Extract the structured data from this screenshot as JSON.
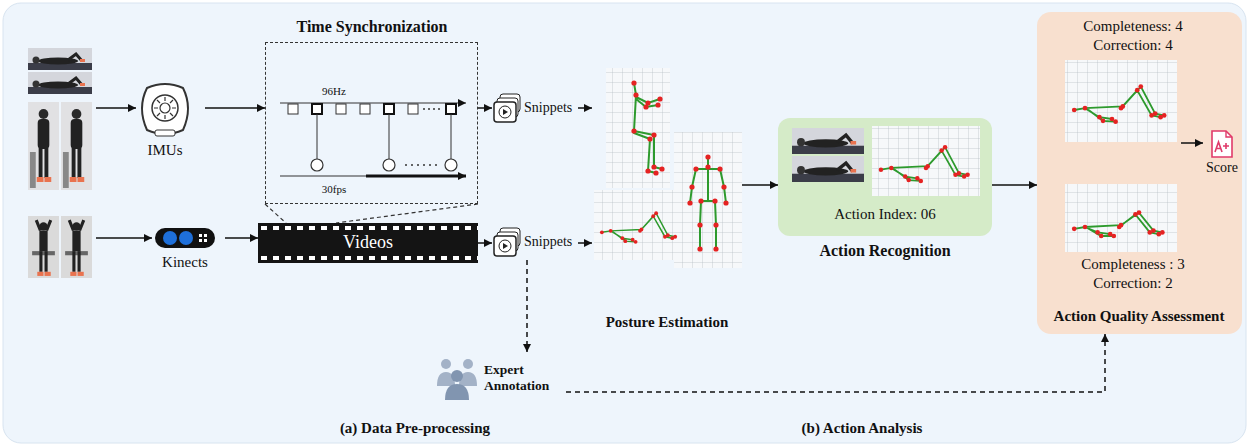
{
  "diagram": {
    "nodes": [
      {
        "text": [
          "IMUs"
        ]
      },
      {
        "text": [
          "Kinects"
        ]
      },
      {
        "text": [
          "Time Synchronization",
          "96Hz",
          "30fps"
        ]
      },
      {
        "text": [
          "Videos"
        ]
      },
      {
        "text": [
          "Snippets"
        ]
      },
      {
        "text": [
          "Snippets"
        ]
      },
      {
        "text": [
          "Expert Annotation"
        ]
      },
      {
        "text": [
          "Posture Estimation"
        ]
      },
      {
        "text": [
          "Action Index: 06",
          "Action Recognition"
        ]
      },
      {
        "text": [
          "Completeness: 4",
          "Correction: 4",
          "Completeness : 3",
          "Correction: 2",
          "Action Quality Assessment"
        ]
      },
      {
        "text": [
          "Score"
        ],
        "in": 9
      }
    ],
    "edges": [
      {
        "from": 0,
        "to": 2,
        "arrow": "to"
      },
      {
        "from": 2,
        "to": 4,
        "arrow": "to"
      },
      {
        "from": 1,
        "to": 3,
        "arrow": "to"
      },
      {
        "from": 3,
        "to": 5,
        "arrow": "to"
      },
      {
        "from": 4,
        "to": 7,
        "arrow": "to"
      },
      {
        "from": 5,
        "to": 7,
        "arrow": "to"
      },
      {
        "from": 5,
        "to": 6,
        "arrow": "to"
      },
      {
        "from": 6,
        "to": 9,
        "arrow": "to"
      },
      {
        "from": 7,
        "to": 8,
        "arrow": "to"
      },
      {
        "from": 8,
        "to": 9,
        "arrow": "to"
      }
    ],
    "labels": [
      "(a) Data Pre-processing",
      "(b) Action Analysis"
    ]
  }
}
